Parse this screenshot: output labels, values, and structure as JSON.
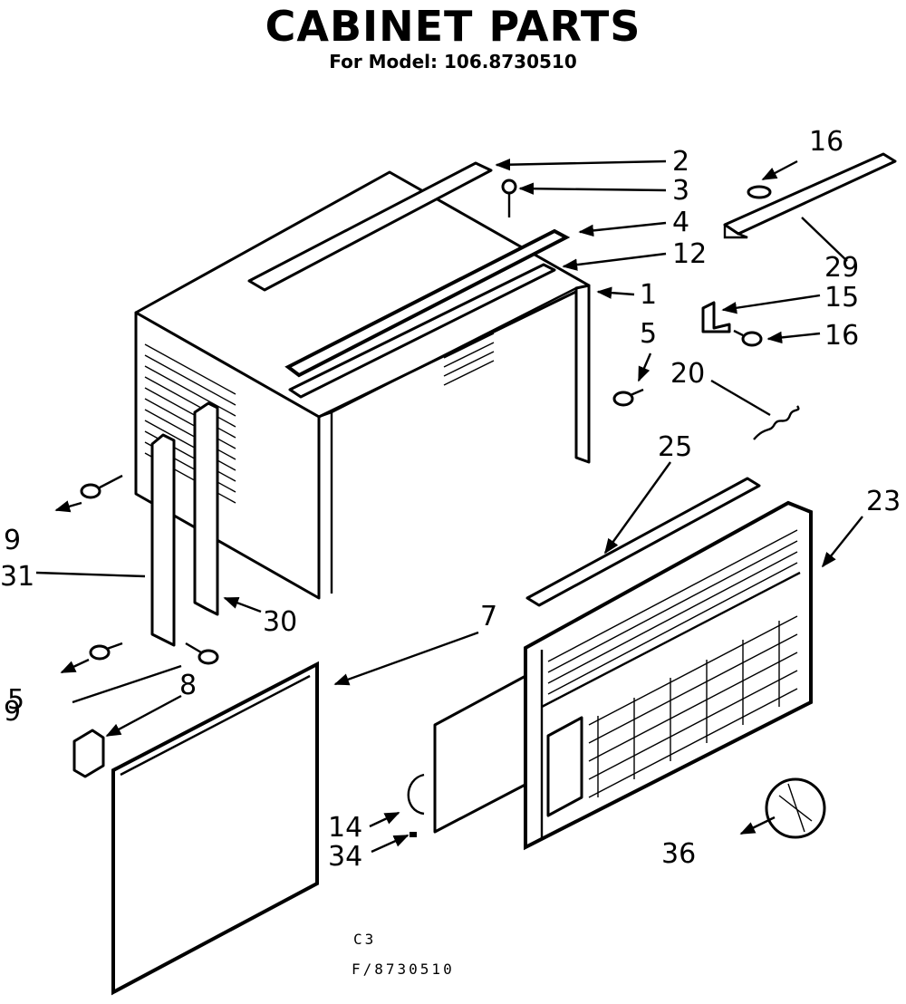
{
  "title": "CABINET PARTS",
  "subtitle": "For Model: 106.8730510",
  "callouts": [
    "2",
    "3",
    "4",
    "12",
    "1",
    "5",
    "16",
    "29",
    "15",
    "16",
    "20",
    "25",
    "23",
    "9",
    "31",
    "30",
    "7",
    "5",
    "9",
    "8",
    "14",
    "34",
    "36"
  ],
  "footer": {
    "code1": "C3",
    "code2": "F/8730510"
  }
}
